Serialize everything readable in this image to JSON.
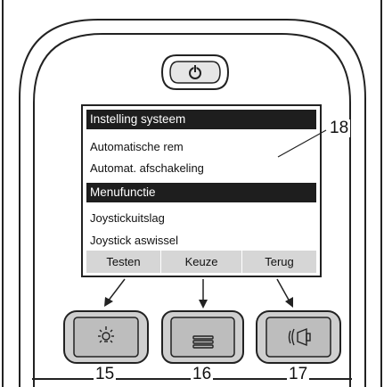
{
  "power_button": {
    "icon": "power-icon"
  },
  "display": {
    "header": "Instelling systeem",
    "items_top": [
      "Automatische rem",
      "Automat. afschakeling"
    ],
    "selected": "Menufunctie",
    "items_bottom": [
      "Joystickuitslag",
      "Joystick aswissel"
    ],
    "softkeys": [
      "Testen",
      "Keuze",
      "Terug"
    ]
  },
  "buttons": [
    {
      "icon": "light-bulb-icon"
    },
    {
      "icon": "menu-lines-icon"
    },
    {
      "icon": "horn-icon"
    }
  ],
  "callouts": {
    "display": "18",
    "button1": "15",
    "button2": "16",
    "button3": "17"
  }
}
